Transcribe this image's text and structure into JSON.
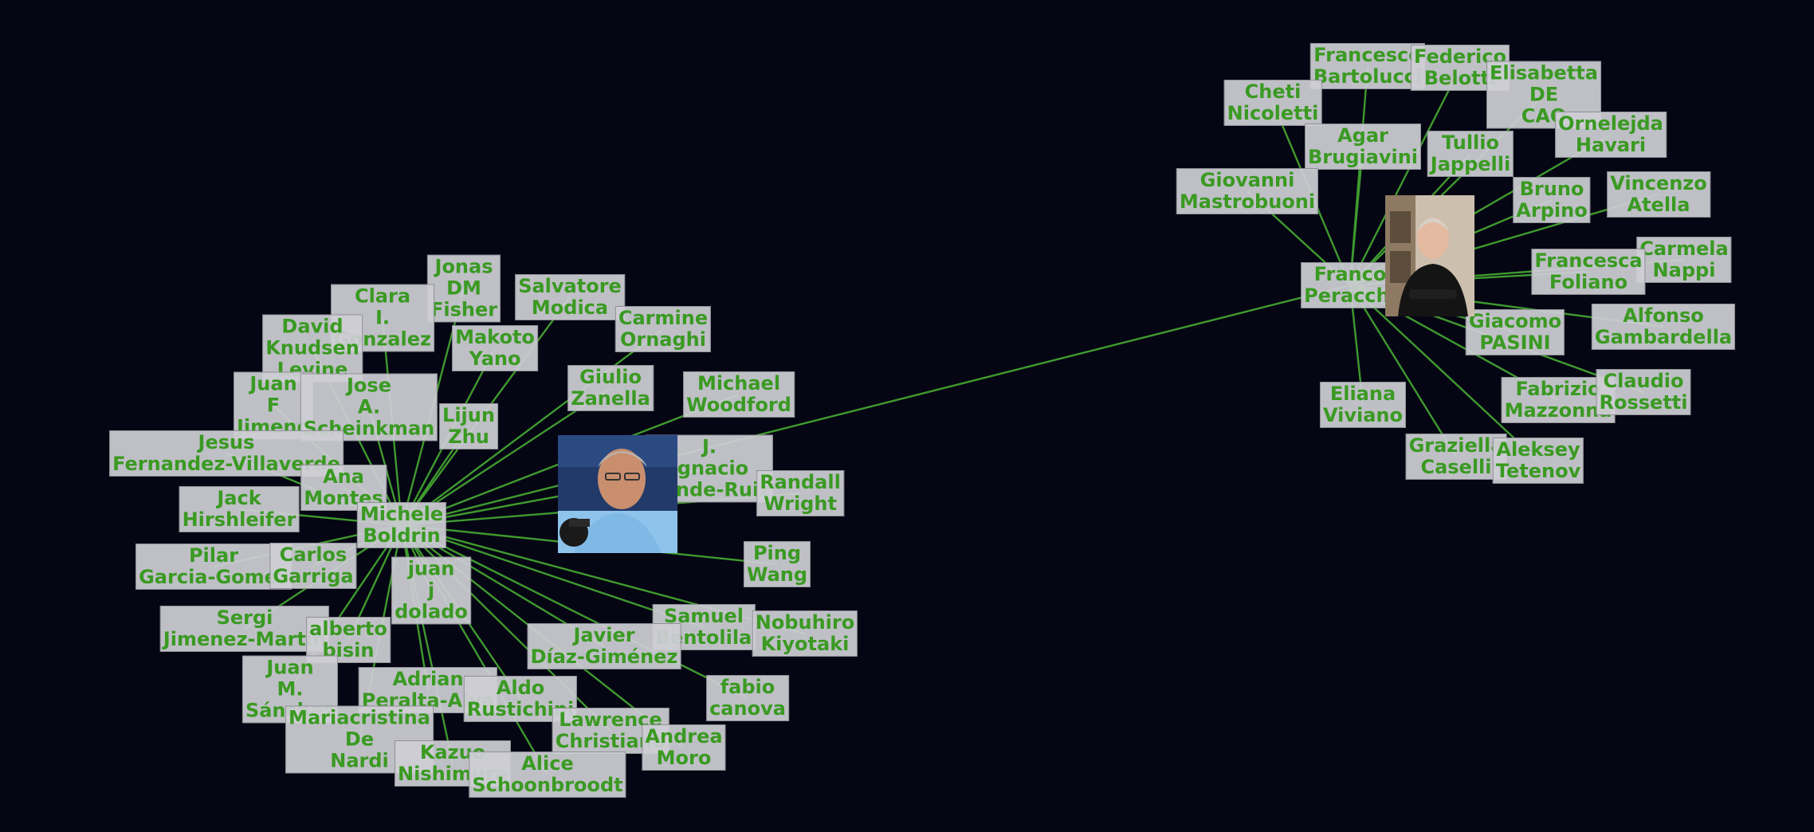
{
  "colors": {
    "background": "#050514",
    "edge": "#3f9a2e",
    "label_text": "#3a9a22",
    "label_fill": "#cecee0"
  },
  "hubs": [
    {
      "id": "h1",
      "label": "Michele\nBoldrin",
      "photo": "photo-of-michele-boldrin"
    },
    {
      "id": "h2",
      "label": "Franco\nPeracchi",
      "photo": "photo-of-franco-peracchi"
    }
  ],
  "hub_link": [
    "h1",
    "h2"
  ],
  "nodes": [
    {
      "id": "n1",
      "hub": "h1",
      "label": "Jonas\nDM\nFisher"
    },
    {
      "id": "n2",
      "hub": "h1",
      "label": "Salvatore\nModica"
    },
    {
      "id": "n3",
      "hub": "h1",
      "label": "Clara\nI.\nGonzalez"
    },
    {
      "id": "n4",
      "hub": "h1",
      "label": "Carmine\nOrnaghi"
    },
    {
      "id": "n5",
      "hub": "h1",
      "label": "David\nKnudsen\nLevine"
    },
    {
      "id": "n6",
      "hub": "h1",
      "label": "Makoto\nYano"
    },
    {
      "id": "n7",
      "hub": "h1",
      "label": "Giulio\nZanella"
    },
    {
      "id": "n8",
      "hub": "h1",
      "label": "Michael\nWoodford"
    },
    {
      "id": "n9",
      "hub": "h1",
      "label": "Juan\nF\nJimeno"
    },
    {
      "id": "n10",
      "hub": "h1",
      "label": "Jose\nA.\nScheinkman"
    },
    {
      "id": "n11",
      "hub": "h1",
      "label": "Lijun\nZhu"
    },
    {
      "id": "n12",
      "hub": "h1",
      "label": "Jesus\nFernandez-Villaverde"
    },
    {
      "id": "n13",
      "hub": "h1",
      "label": "J.\nIgnacio\nConde-Ruiz"
    },
    {
      "id": "n14",
      "hub": "h1",
      "label": "Ana\nMontes"
    },
    {
      "id": "n15",
      "hub": "h1",
      "label": "Randall\nWright"
    },
    {
      "id": "n16",
      "hub": "h1",
      "label": "Jack\nHirshleifer"
    },
    {
      "id": "n17",
      "hub": "h1",
      "label": "Ping\nWang"
    },
    {
      "id": "n18",
      "hub": "h1",
      "label": "Pilar\nGarcia-Gomez"
    },
    {
      "id": "n19",
      "hub": "h1",
      "label": "Carlos\nGarriga"
    },
    {
      "id": "n20",
      "hub": "h1",
      "label": "juan\nj\ndolado"
    },
    {
      "id": "n21",
      "hub": "h1",
      "label": "Samuel\nBentolila"
    },
    {
      "id": "n22",
      "hub": "h1",
      "label": "Nobuhiro\nKiyotaki"
    },
    {
      "id": "n23",
      "hub": "h1",
      "label": "Sergi\nJimenez-Martin"
    },
    {
      "id": "n24",
      "hub": "h1",
      "label": "alberto\nbisin"
    },
    {
      "id": "n25",
      "hub": "h1",
      "label": "Javier\nDíaz-Giménez"
    },
    {
      "id": "n26",
      "hub": "h1",
      "label": "Juan\nM.\nSánchez"
    },
    {
      "id": "n27",
      "hub": "h1",
      "label": "Adrian\nPeralta-Alva"
    },
    {
      "id": "n28",
      "hub": "h1",
      "label": "Aldo\nRustichini"
    },
    {
      "id": "n29",
      "hub": "h1",
      "label": "fabio\ncanova"
    },
    {
      "id": "n30",
      "hub": "h1",
      "label": "Mariacristina\nDe\nNardi"
    },
    {
      "id": "n31",
      "hub": "h1",
      "label": "Lawrence\nChristiano"
    },
    {
      "id": "n32",
      "hub": "h1",
      "label": "Andrea\nMoro"
    },
    {
      "id": "n33",
      "hub": "h1",
      "label": "Kazuo\nNishimura"
    },
    {
      "id": "n34",
      "hub": "h1",
      "label": "Alice\nSchoonbroodt"
    },
    {
      "id": "m1",
      "hub": "h2",
      "label": "Francesco\nBartolucci"
    },
    {
      "id": "m2",
      "hub": "h2",
      "label": "Federico\nBelotti"
    },
    {
      "id": "m3",
      "hub": "h2",
      "label": "Cheti\nNicoletti"
    },
    {
      "id": "m4",
      "hub": "h2",
      "label": "Elisabetta\nDE\nCAO"
    },
    {
      "id": "m5",
      "hub": "h2",
      "label": "Agar\nBrugiavini"
    },
    {
      "id": "m6",
      "hub": "h2",
      "label": "Ornelejda\nHavari"
    },
    {
      "id": "m7",
      "hub": "h2",
      "label": "Tullio\nJappelli"
    },
    {
      "id": "m8",
      "hub": "h2",
      "label": "Giovanni\nMastrobuoni"
    },
    {
      "id": "m9",
      "hub": "h2",
      "label": "Bruno\nArpino"
    },
    {
      "id": "m10",
      "hub": "h2",
      "label": "Vincenzo\nAtella"
    },
    {
      "id": "m11",
      "hub": "h2",
      "label": "Carmela\nNappi"
    },
    {
      "id": "m12",
      "hub": "h2",
      "label": "Francesca\nFoliano"
    },
    {
      "id": "m13",
      "hub": "h2",
      "label": "Giacomo\nPASINI"
    },
    {
      "id": "m14",
      "hub": "h2",
      "label": "Alfonso\nGambardella"
    },
    {
      "id": "m15",
      "hub": "h2",
      "label": "Fabrizio\nMazzonna"
    },
    {
      "id": "m16",
      "hub": "h2",
      "label": "Claudio\nRossetti"
    },
    {
      "id": "m17",
      "hub": "h2",
      "label": "Eliana\nViviano"
    },
    {
      "id": "m18",
      "hub": "h2",
      "label": "Graziella\nCaselli"
    },
    {
      "id": "m19",
      "hub": "h2",
      "label": "Aleksey\nTetenov"
    }
  ]
}
